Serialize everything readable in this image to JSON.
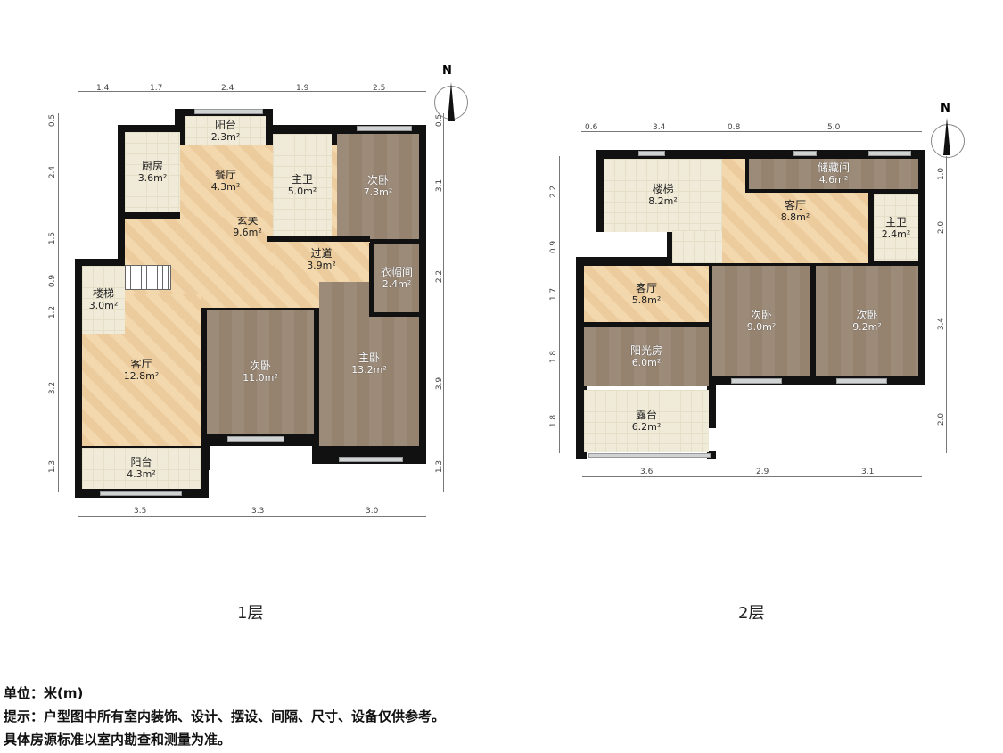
{
  "floor1": {
    "caption": "1层",
    "rooms": [
      {
        "name": "厨房",
        "area": "3.6m²"
      },
      {
        "name": "阳台",
        "area": "2.3m²"
      },
      {
        "name": "餐厅",
        "area": "4.3m²"
      },
      {
        "name": "主卫",
        "area": "5.0m²"
      },
      {
        "name": "次卧",
        "area": "7.3m²"
      },
      {
        "name": "玄关",
        "area": "9.6m²"
      },
      {
        "name": "过道",
        "area": "3.9m²"
      },
      {
        "name": "衣帽间",
        "area": "2.4m²"
      },
      {
        "name": "楼梯",
        "area": "3.0m²"
      },
      {
        "name": "客厅",
        "area": "12.8m²"
      },
      {
        "name": "次卧",
        "area": "11.0m²"
      },
      {
        "name": "主卧",
        "area": "13.2m²"
      },
      {
        "name": "阳台",
        "area": "4.3m²"
      }
    ],
    "dims_top": [
      "1.4",
      "1.7",
      "2.4",
      "1.9",
      "2.5"
    ],
    "dims_bottom": [
      "3.5",
      "3.3",
      "3.0"
    ],
    "dims_left": [
      "0.5",
      "2.4",
      "1.5",
      "0.9",
      "1.2",
      "3.2",
      "1.3"
    ],
    "dims_right": [
      "0.5",
      "3.1",
      "2.2",
      "3.9",
      "1.3"
    ],
    "north": "N"
  },
  "floor2": {
    "caption": "2层",
    "rooms": [
      {
        "name": "楼梯",
        "area": "8.2m²"
      },
      {
        "name": "储藏间",
        "area": "4.6m²"
      },
      {
        "name": "客厅",
        "area": "8.8m²"
      },
      {
        "name": "主卫",
        "area": "2.4m²"
      },
      {
        "name": "客厅",
        "area": "5.8m²"
      },
      {
        "name": "次卧",
        "area": "9.0m²"
      },
      {
        "name": "次卧",
        "area": "9.2m²"
      },
      {
        "name": "阳光房",
        "area": "6.0m²"
      },
      {
        "name": "露台",
        "area": "6.2m²"
      }
    ],
    "dims_top": [
      "0.6",
      "3.4",
      "0.8",
      "5.0"
    ],
    "dims_bottom": [
      "3.6",
      "2.9",
      "3.1"
    ],
    "dims_left": [
      "2.2",
      "0.9",
      "1.7",
      "1.8",
      "1.8"
    ],
    "dims_right": [
      "1.0",
      "2.0",
      "3.4",
      "2.0"
    ],
    "north": "N"
  },
  "footer": {
    "unit": "单位：米(m)",
    "note": "提示：户型图中所有室内装饰、设计、摆设、间隔、尺寸、设备仅供参考。",
    "note2": "具体房源标准以室内勘查和测量为准。"
  }
}
